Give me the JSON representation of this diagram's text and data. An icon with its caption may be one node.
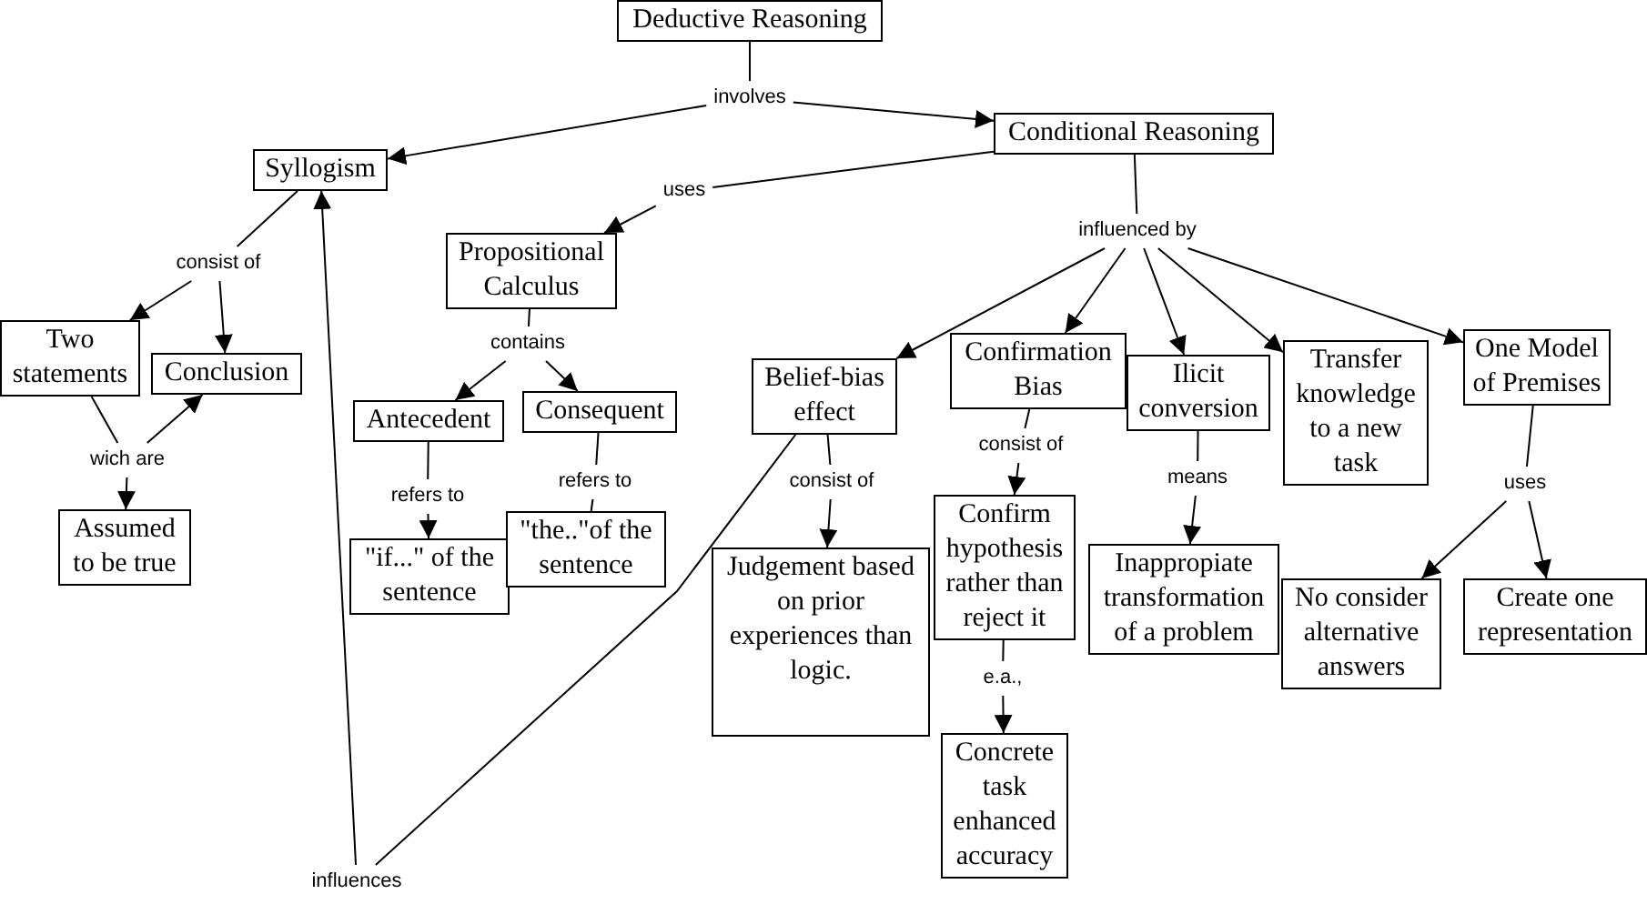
{
  "diagram": {
    "nodes": [
      {
        "text": [
          "Deductive Reasoning"
        ]
      },
      {
        "text": [
          "involves"
        ]
      },
      {
        "text": [
          "Syllogism"
        ]
      },
      {
        "text": [
          "Conditional Reasoning"
        ]
      },
      {
        "text": [
          "uses"
        ]
      },
      {
        "text": [
          "Propositional Calculus"
        ]
      },
      {
        "text": [
          "influenced by"
        ]
      },
      {
        "text": [
          "consist of"
        ]
      },
      {
        "text": [
          "Two statements"
        ]
      },
      {
        "text": [
          "Conclusion"
        ]
      },
      {
        "text": [
          "contains"
        ]
      },
      {
        "text": [
          "Antecedent"
        ]
      },
      {
        "text": [
          "Consequent"
        ]
      },
      {
        "text": [
          "Belief-bias effect"
        ]
      },
      {
        "text": [
          "Confirmation Bias"
        ]
      },
      {
        "text": [
          "Ilicit conversion"
        ]
      },
      {
        "text": [
          "Transfer knowledge to a new task"
        ]
      },
      {
        "text": [
          "One Model of Premises"
        ]
      },
      {
        "text": [
          "wich are"
        ]
      },
      {
        "text": [
          "Assumed to be true"
        ]
      },
      {
        "text": [
          "refers to"
        ]
      },
      {
        "text": [
          "refers to"
        ]
      },
      {
        "text": [
          "\"if...\" of the sentence"
        ]
      },
      {
        "text": [
          "\"the..\"of the sentence"
        ]
      },
      {
        "text": [
          "consist of"
        ]
      },
      {
        "text": [
          "consist of"
        ]
      },
      {
        "text": [
          "means"
        ]
      },
      {
        "text": [
          "uses"
        ]
      },
      {
        "text": [
          "Judgement based on prior experiences than logic."
        ]
      },
      {
        "text": [
          "Confirm hypothesis rather than reject it"
        ]
      },
      {
        "text": [
          "Inappropiate transformation of a problem"
        ]
      },
      {
        "text": [
          "No consider alternative answers"
        ]
      },
      {
        "text": [
          "Create one representation"
        ]
      },
      {
        "text": [
          "e.a.,"
        ]
      },
      {
        "text": [
          "Concrete task enhanced accuracy"
        ]
      },
      {
        "text": [
          "influences"
        ]
      }
    ],
    "edges": [
      {
        "from": 0,
        "to": 1,
        "arrow": "none"
      },
      {
        "from": 1,
        "to": 2,
        "arrow": "to"
      },
      {
        "from": 1,
        "to": 3,
        "arrow": "to"
      },
      {
        "from": 3,
        "to": 4,
        "arrow": "none"
      },
      {
        "from": 4,
        "to": 5,
        "arrow": "to"
      },
      {
        "from": 3,
        "to": 6,
        "arrow": "none"
      },
      {
        "from": 6,
        "to": 13,
        "arrow": "to"
      },
      {
        "from": 6,
        "to": 14,
        "arrow": "to"
      },
      {
        "from": 6,
        "to": 15,
        "arrow": "to"
      },
      {
        "from": 6,
        "to": 16,
        "arrow": "to"
      },
      {
        "from": 6,
        "to": 17,
        "arrow": "to"
      },
      {
        "from": 2,
        "to": 7,
        "arrow": "none"
      },
      {
        "from": 7,
        "to": 8,
        "arrow": "to"
      },
      {
        "from": 7,
        "to": 9,
        "arrow": "to"
      },
      {
        "from": 8,
        "to": 18,
        "arrow": "none"
      },
      {
        "from": 18,
        "to": 9,
        "arrow": "to"
      },
      {
        "from": 18,
        "to": 19,
        "arrow": "to"
      },
      {
        "from": 5,
        "to": 10,
        "arrow": "none"
      },
      {
        "from": 10,
        "to": 11,
        "arrow": "to"
      },
      {
        "from": 10,
        "to": 12,
        "arrow": "to"
      },
      {
        "from": 11,
        "to": 20,
        "arrow": "none"
      },
      {
        "from": 20,
        "to": 22,
        "arrow": "to"
      },
      {
        "from": 12,
        "to": 21,
        "arrow": "none"
      },
      {
        "from": 21,
        "to": 23,
        "arrow": "none"
      },
      {
        "from": 13,
        "to": 24,
        "arrow": "none"
      },
      {
        "from": 24,
        "to": 28,
        "arrow": "to"
      },
      {
        "from": 14,
        "to": 25,
        "arrow": "none"
      },
      {
        "from": 25,
        "to": 29,
        "arrow": "to"
      },
      {
        "from": 15,
        "to": 26,
        "arrow": "none"
      },
      {
        "from": 26,
        "to": 30,
        "arrow": "to"
      },
      {
        "from": 17,
        "to": 27,
        "arrow": "none"
      },
      {
        "from": 27,
        "to": 31,
        "arrow": "to"
      },
      {
        "from": 27,
        "to": 32,
        "arrow": "to"
      },
      {
        "from": 29,
        "to": 33,
        "arrow": "none"
      },
      {
        "from": 33,
        "to": 34,
        "arrow": "to"
      },
      {
        "from": 13,
        "to": 35,
        "arrow": "none"
      },
      {
        "from": 35,
        "to": 2,
        "arrow": "to"
      }
    ]
  }
}
